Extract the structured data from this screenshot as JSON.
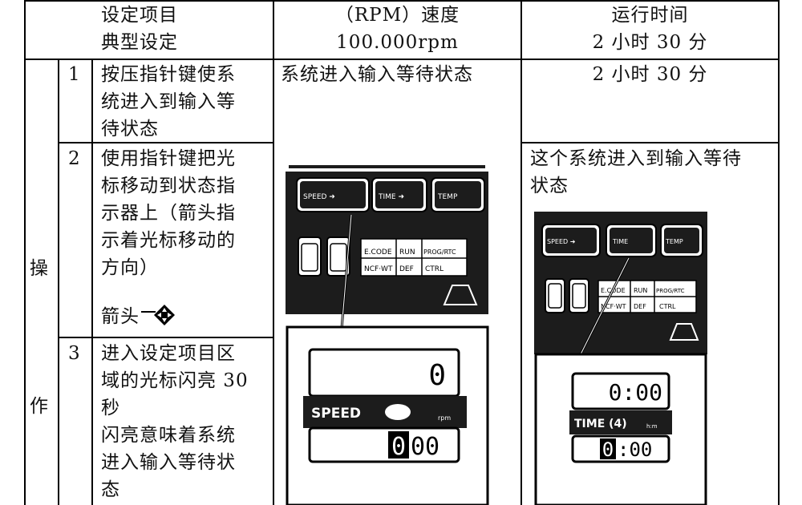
{
  "header": {
    "col_item_l1": "设定项目",
    "col_item_l2": "典型设定",
    "col_speed_l1": "（RPM）速度",
    "col_speed_l2": "100.000rpm",
    "col_time_l1": "运行时间",
    "col_time_l2": "2 小时 30 分"
  },
  "side_label": {
    "top": "操",
    "bottom": "作"
  },
  "rows": [
    {
      "num": "1",
      "lines": [
        "按压指针键使系",
        "统进入到输入等",
        "待状态"
      ],
      "speed_text": "系统进入输入等待状态",
      "time_text": "2 小时 30 分"
    },
    {
      "num": "2",
      "lines": [
        "使用指针键把光",
        "标移动到状态指",
        "示器上（箭头指",
        "示着光标移动的",
        "方向）"
      ],
      "arrow_label": "箭头",
      "time_lines": [
        "这个系统进入到输入等待",
        "状态"
      ]
    },
    {
      "num": "3",
      "lines": [
        "进入设定项目区",
        "域的光标闪亮 30",
        "秒",
        "闪亮意味着系统",
        "进入输入等待状",
        "态"
      ]
    }
  ],
  "speed_panel": {
    "btn1": "SPEED ➜",
    "btn2": "TIME ➜",
    "btn3": "TEMP",
    "tab1_top": "E.CODE",
    "tab1_bot": "NCF·WT",
    "tab2_top": "RUN",
    "tab2_bot": "DEF",
    "tab3_top": "PROG/RTC",
    "tab3_bot": "CTRL",
    "display_top": "0",
    "label": "SPEED",
    "unit": "rpm",
    "display_bottom_cursor": "0",
    "display_bottom_rest": "00"
  },
  "time_panel": {
    "btn1": "SPEED ➜",
    "btn2": "TIME",
    "btn3": "TEMP",
    "tab1_top": "E.CODE",
    "tab1_bot": "NCF·WT",
    "tab2_top": "RUN",
    "tab2_bot": "DEF",
    "tab3_top": "PROG/RTC",
    "tab3_bot": "CTRL",
    "display_top": "0:00",
    "label": "TIME (4)",
    "unit": "h:m",
    "display_bottom_cursor": "0",
    "display_bottom_rest": ":00"
  }
}
